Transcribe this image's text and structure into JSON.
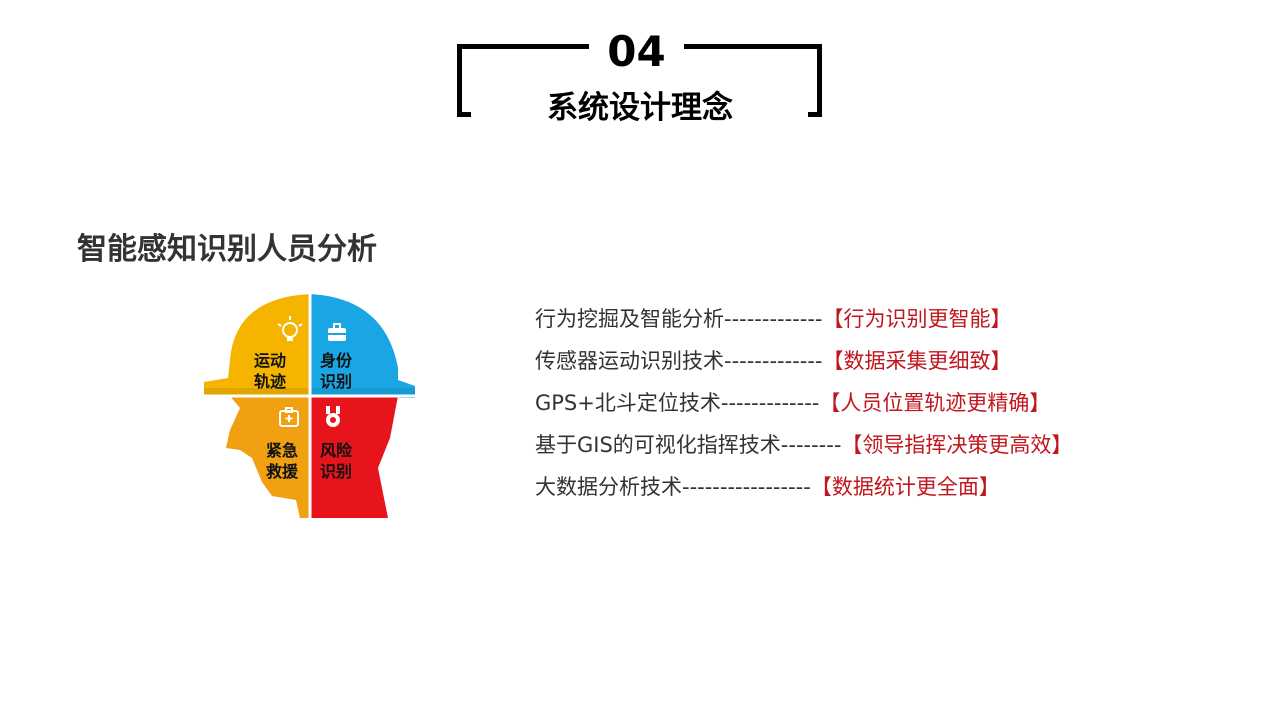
{
  "header": {
    "section_number": "04",
    "section_title": "系统设计理念"
  },
  "subtitle": "智能感知识别人员分析",
  "head_graphic": {
    "colors": {
      "helmet_yellow": "#f5b400",
      "helmet_blue": "#1aa6e4",
      "face_orange": "#f0a010",
      "face_red": "#e8141c"
    },
    "quadrants": [
      {
        "icon": "lightbulb-icon",
        "line1": "运动",
        "line2": "轨迹"
      },
      {
        "icon": "briefcase-icon",
        "line1": "身份",
        "line2": "识别"
      },
      {
        "icon": "first-aid-icon",
        "line1": "紧急",
        "line2": "救援"
      },
      {
        "icon": "medal-icon",
        "line1": "风险",
        "line2": "识别"
      }
    ]
  },
  "features": [
    {
      "left": "行为挖掘及智能分析-------------",
      "right": "【行为识别更智能】"
    },
    {
      "left": "传感器运动识别技术-------------",
      "right": "【数据采集更细致】"
    },
    {
      "left": "GPS+北斗定位技术-------------",
      "right": "【人员位置轨迹更精确】"
    },
    {
      "left": "基于GIS的可视化指挥技术--------",
      "right": "【领导指挥决策更高效】"
    },
    {
      "left": "大数据分析技术-----------------",
      "right": "【数据统计更全面】"
    }
  ]
}
